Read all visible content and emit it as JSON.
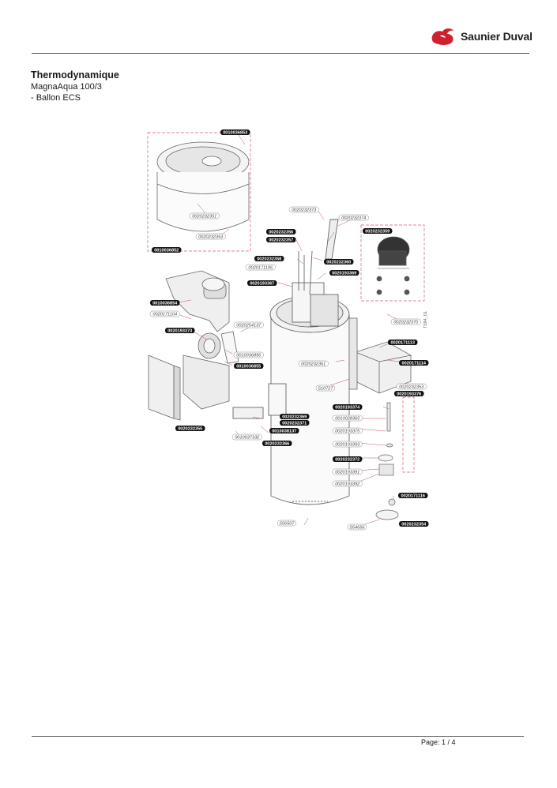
{
  "brand": {
    "name": "Saunier Duval",
    "accent": "#d0202e"
  },
  "header": {
    "title": "Thermodynamique",
    "model": "MagnaAqua 100/3",
    "section": "- Ballon ECS"
  },
  "footer": {
    "page": "Page: 1 / 4"
  },
  "diagram": {
    "corner_code": "T584_01",
    "labels": [
      {
        "id": "l1",
        "text": "0010036853",
        "style": "dark"
      },
      {
        "id": "l2",
        "text": "0020232351",
        "style": "light"
      },
      {
        "id": "l3",
        "text": "0020232353",
        "style": "light"
      },
      {
        "id": "l4",
        "text": "0010036852",
        "style": "dark"
      },
      {
        "id": "l5",
        "text": "0020232373",
        "style": "light"
      },
      {
        "id": "l6",
        "text": "0020232374",
        "style": "light"
      },
      {
        "id": "l7",
        "text": "0020232356",
        "style": "dark"
      },
      {
        "id": "l8",
        "text": "0020232359",
        "style": "dark"
      },
      {
        "id": "l9",
        "text": "0020232357",
        "style": "dark"
      },
      {
        "id": "l10",
        "text": "0020232358",
        "style": "dark"
      },
      {
        "id": "l11",
        "text": "0020232360",
        "style": "dark"
      },
      {
        "id": "l12",
        "text": "0020171106",
        "style": "light"
      },
      {
        "id": "l13",
        "text": "0020193369",
        "style": "dark"
      },
      {
        "id": "l14",
        "text": "0020193367",
        "style": "dark"
      },
      {
        "id": "l15",
        "text": "0010036854",
        "style": "dark"
      },
      {
        "id": "l16",
        "text": "0020171104",
        "style": "light"
      },
      {
        "id": "l17",
        "text": "0020254137",
        "style": "light"
      },
      {
        "id": "l18",
        "text": "0020193373",
        "style": "dark"
      },
      {
        "id": "l19",
        "text": "0020232370",
        "style": "light"
      },
      {
        "id": "l20",
        "text": "0010036856",
        "style": "light"
      },
      {
        "id": "l21",
        "text": "0010036855",
        "style": "dark"
      },
      {
        "id": "l22",
        "text": "0020171113",
        "style": "dark"
      },
      {
        "id": "l23",
        "text": "0020232361",
        "style": "light"
      },
      {
        "id": "l24",
        "text": "0020171114",
        "style": "dark"
      },
      {
        "id": "l25",
        "text": "0020232353",
        "style": "light"
      },
      {
        "id": "l26",
        "text": "S10727",
        "style": "light"
      },
      {
        "id": "l27",
        "text": "0020193376",
        "style": "dark"
      },
      {
        "id": "l28",
        "text": "0020193374",
        "style": "dark"
      },
      {
        "id": "l29",
        "text": "0010028365",
        "style": "light"
      },
      {
        "id": "l30",
        "text": "0020232369",
        "style": "dark"
      },
      {
        "id": "l31",
        "text": "0020232371",
        "style": "dark"
      },
      {
        "id": "l32",
        "text": "0020232355",
        "style": "dark"
      },
      {
        "id": "l33",
        "text": "0010038137",
        "style": "dark"
      },
      {
        "id": "l34",
        "text": "0020193375",
        "style": "light"
      },
      {
        "id": "l35",
        "text": "0010037332",
        "style": "light"
      },
      {
        "id": "l36",
        "text": "0020232366",
        "style": "dark"
      },
      {
        "id": "l37",
        "text": "0020193393",
        "style": "light"
      },
      {
        "id": "l38",
        "text": "0020232372",
        "style": "dark"
      },
      {
        "id": "l39",
        "text": "0020193391",
        "style": "light"
      },
      {
        "id": "l40",
        "text": "0020193392",
        "style": "light"
      },
      {
        "id": "l41",
        "text": "0020171116",
        "style": "dark"
      },
      {
        "id": "l42",
        "text": "S56507",
        "style": "light"
      },
      {
        "id": "l43",
        "text": "S54656",
        "style": "light"
      },
      {
        "id": "l44",
        "text": "0020232354",
        "style": "dark"
      }
    ]
  }
}
